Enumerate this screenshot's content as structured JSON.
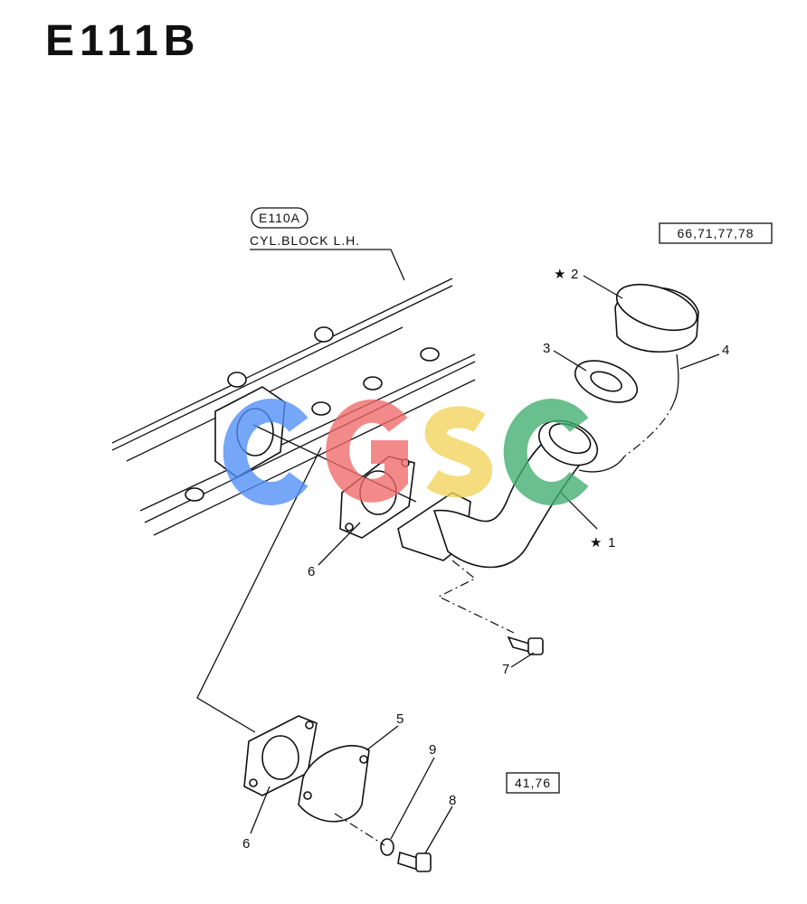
{
  "diagram": {
    "title": "E111B",
    "section_ref": "E110A",
    "section_caption": "CYL.BLOCK L.H.",
    "ref_box_top": "66,71,77,78",
    "ref_box_bottom": "41,76",
    "callouts": {
      "c1": "1",
      "c2": "2",
      "c3": "3",
      "c4": "4",
      "c5": "5",
      "c6a": "6",
      "c6b": "6",
      "c7": "7",
      "c8": "8",
      "c9": "9"
    },
    "watermark": {
      "text": "CGSC",
      "colors": [
        "#4f8ef7",
        "#ef6a6a",
        "#f3d45c",
        "#3fae6e"
      ]
    }
  }
}
